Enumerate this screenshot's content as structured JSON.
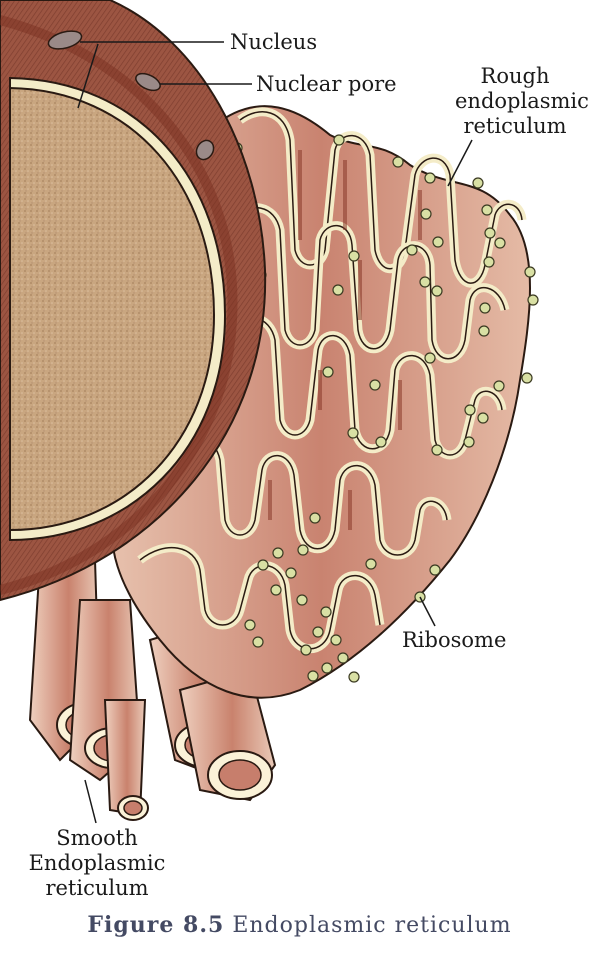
{
  "labels": {
    "nucleus": "Nucleus",
    "nuclear_pore": "Nuclear pore",
    "rough_er": [
      "Rough",
      "endoplasmic",
      "reticulum"
    ],
    "ribosome": "Ribosome",
    "smooth_er": [
      "Smooth",
      "Endoplasmic",
      "reticulum"
    ]
  },
  "caption": {
    "figure": "Figure 8.5",
    "title": "Endoplasmic reticulum"
  },
  "colors": {
    "membrane": "#f4ecc8",
    "membrane_edge": "#2a1a12",
    "lumen": "#c77e6c",
    "nucleoplasm": "#c8a57f",
    "nuclear_envelope": "#8f4a38",
    "ribosome": "#d9e0a4"
  }
}
